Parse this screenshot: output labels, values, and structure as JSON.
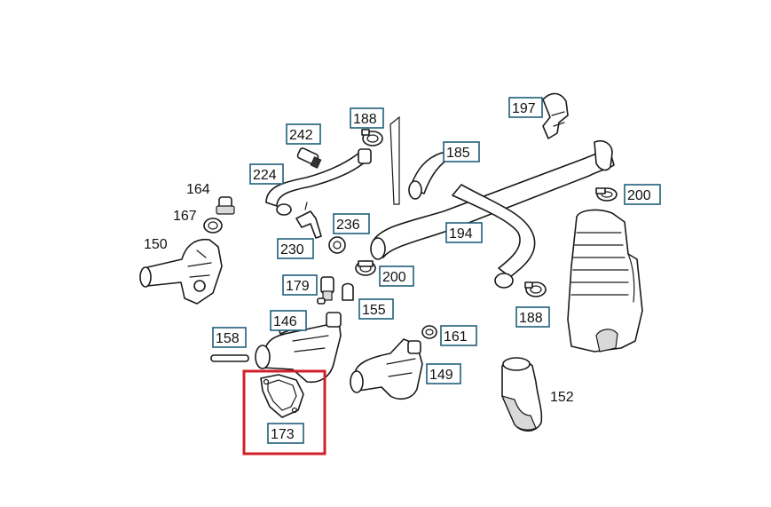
{
  "colors": {
    "label_border": "#1f5f7a",
    "highlight": "#d0202a",
    "line": "#1a1a1a"
  },
  "labels": {
    "l242": "242",
    "l188a": "188",
    "l197": "197",
    "l224": "224",
    "l185": "185",
    "l164": "164",
    "l167": "167",
    "l150": "150",
    "l236": "236",
    "l194": "194",
    "l200a": "200",
    "l230": "230",
    "l179": "179",
    "l200b": "200",
    "l188b": "188",
    "l155": "155",
    "l146": "146",
    "l158": "158",
    "l161": "161",
    "l149": "149",
    "l152": "152",
    "l173": "173"
  },
  "highlighted_part": "173"
}
